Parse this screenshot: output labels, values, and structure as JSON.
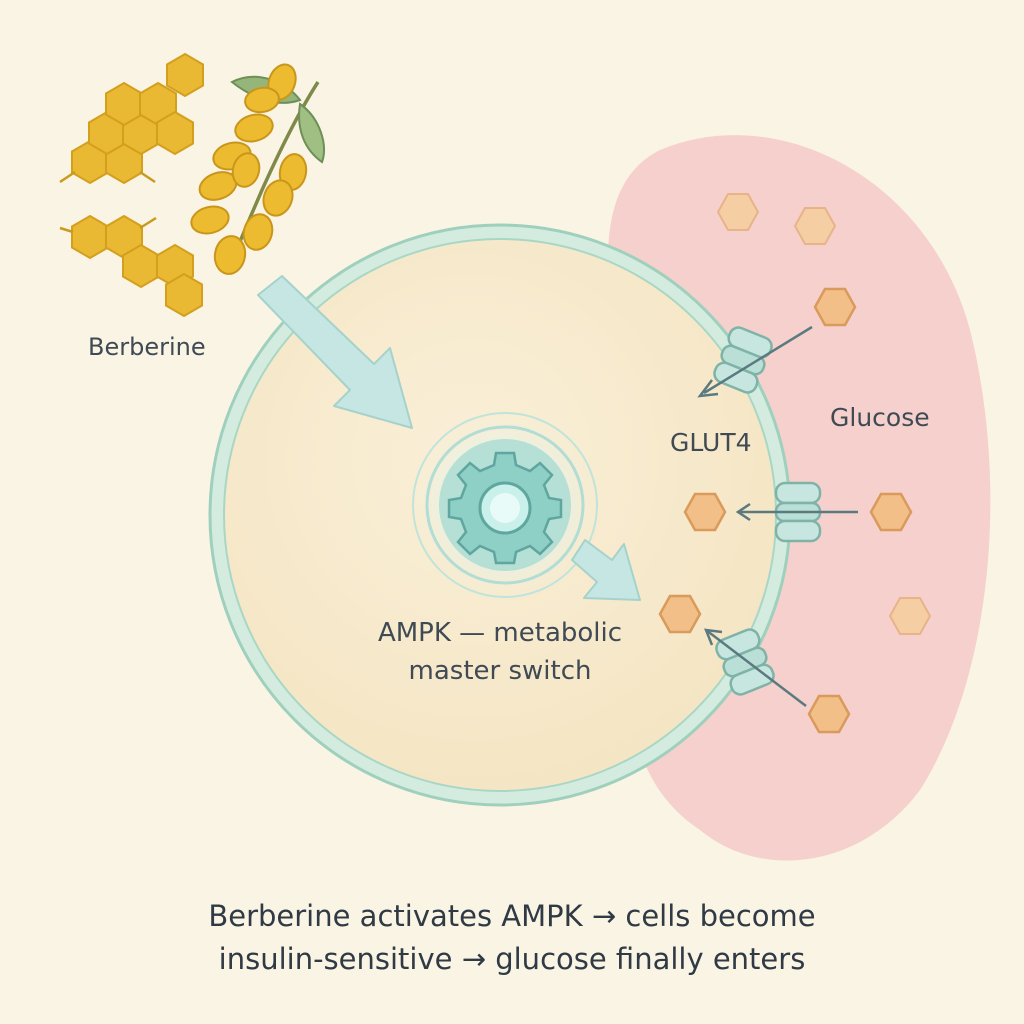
{
  "labels": {
    "berberine": "Berberine",
    "glucose": "Glucose",
    "transporter": "GLUT4",
    "ampk_line1": "AMPK — metabolic",
    "ampk_line2": "master switch"
  },
  "caption": {
    "line1": "Berberine activates AMPK → cells become",
    "line2": "insulin-sensitive → glucose finally enters"
  },
  "icons": [
    "berberine-molecule-icon",
    "barberry-plant-icon",
    "ampk-gear-icon",
    "glut4-transporter-icon",
    "glucose-molecule-icon",
    "activation-arrow-icon"
  ],
  "colors": {
    "background": "#faf4e4",
    "cell_fill": "#f7e9c8",
    "membrane": "#cfe9dc",
    "membrane_stroke": "#9fcfbc",
    "bloodstream": "#f4c6c6",
    "molecule": "#e8b52c",
    "glucose": "#f2be86",
    "gear": "#8fd1c9",
    "arrow": "#c4e3e0"
  }
}
